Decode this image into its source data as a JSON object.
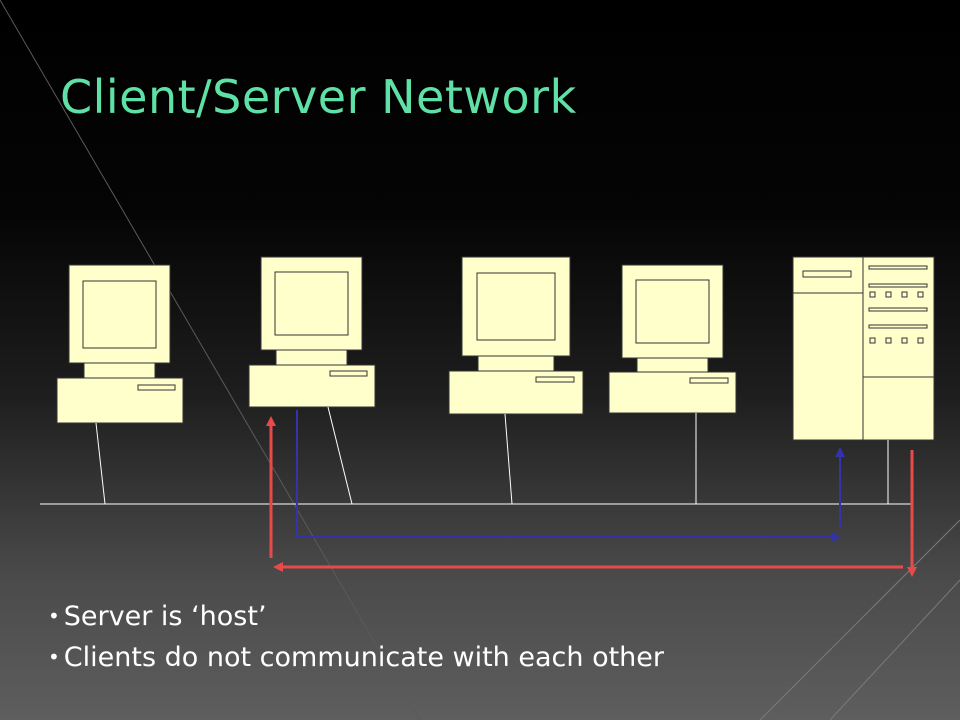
{
  "slide": {
    "title": "Client/Server Network",
    "bullets": [
      "Server is ‘host’",
      "Clients do not communicate with each other"
    ]
  },
  "diagram": {
    "clients": 4,
    "servers": 1,
    "colors": {
      "device_fill": "#ffffcc",
      "device_stroke": "#333333",
      "network_line": "#ffffff",
      "client_to_server_arrow": "#3333aa",
      "server_to_client_arrow": "#e84a4a",
      "title": "#5ee0a6"
    }
  }
}
